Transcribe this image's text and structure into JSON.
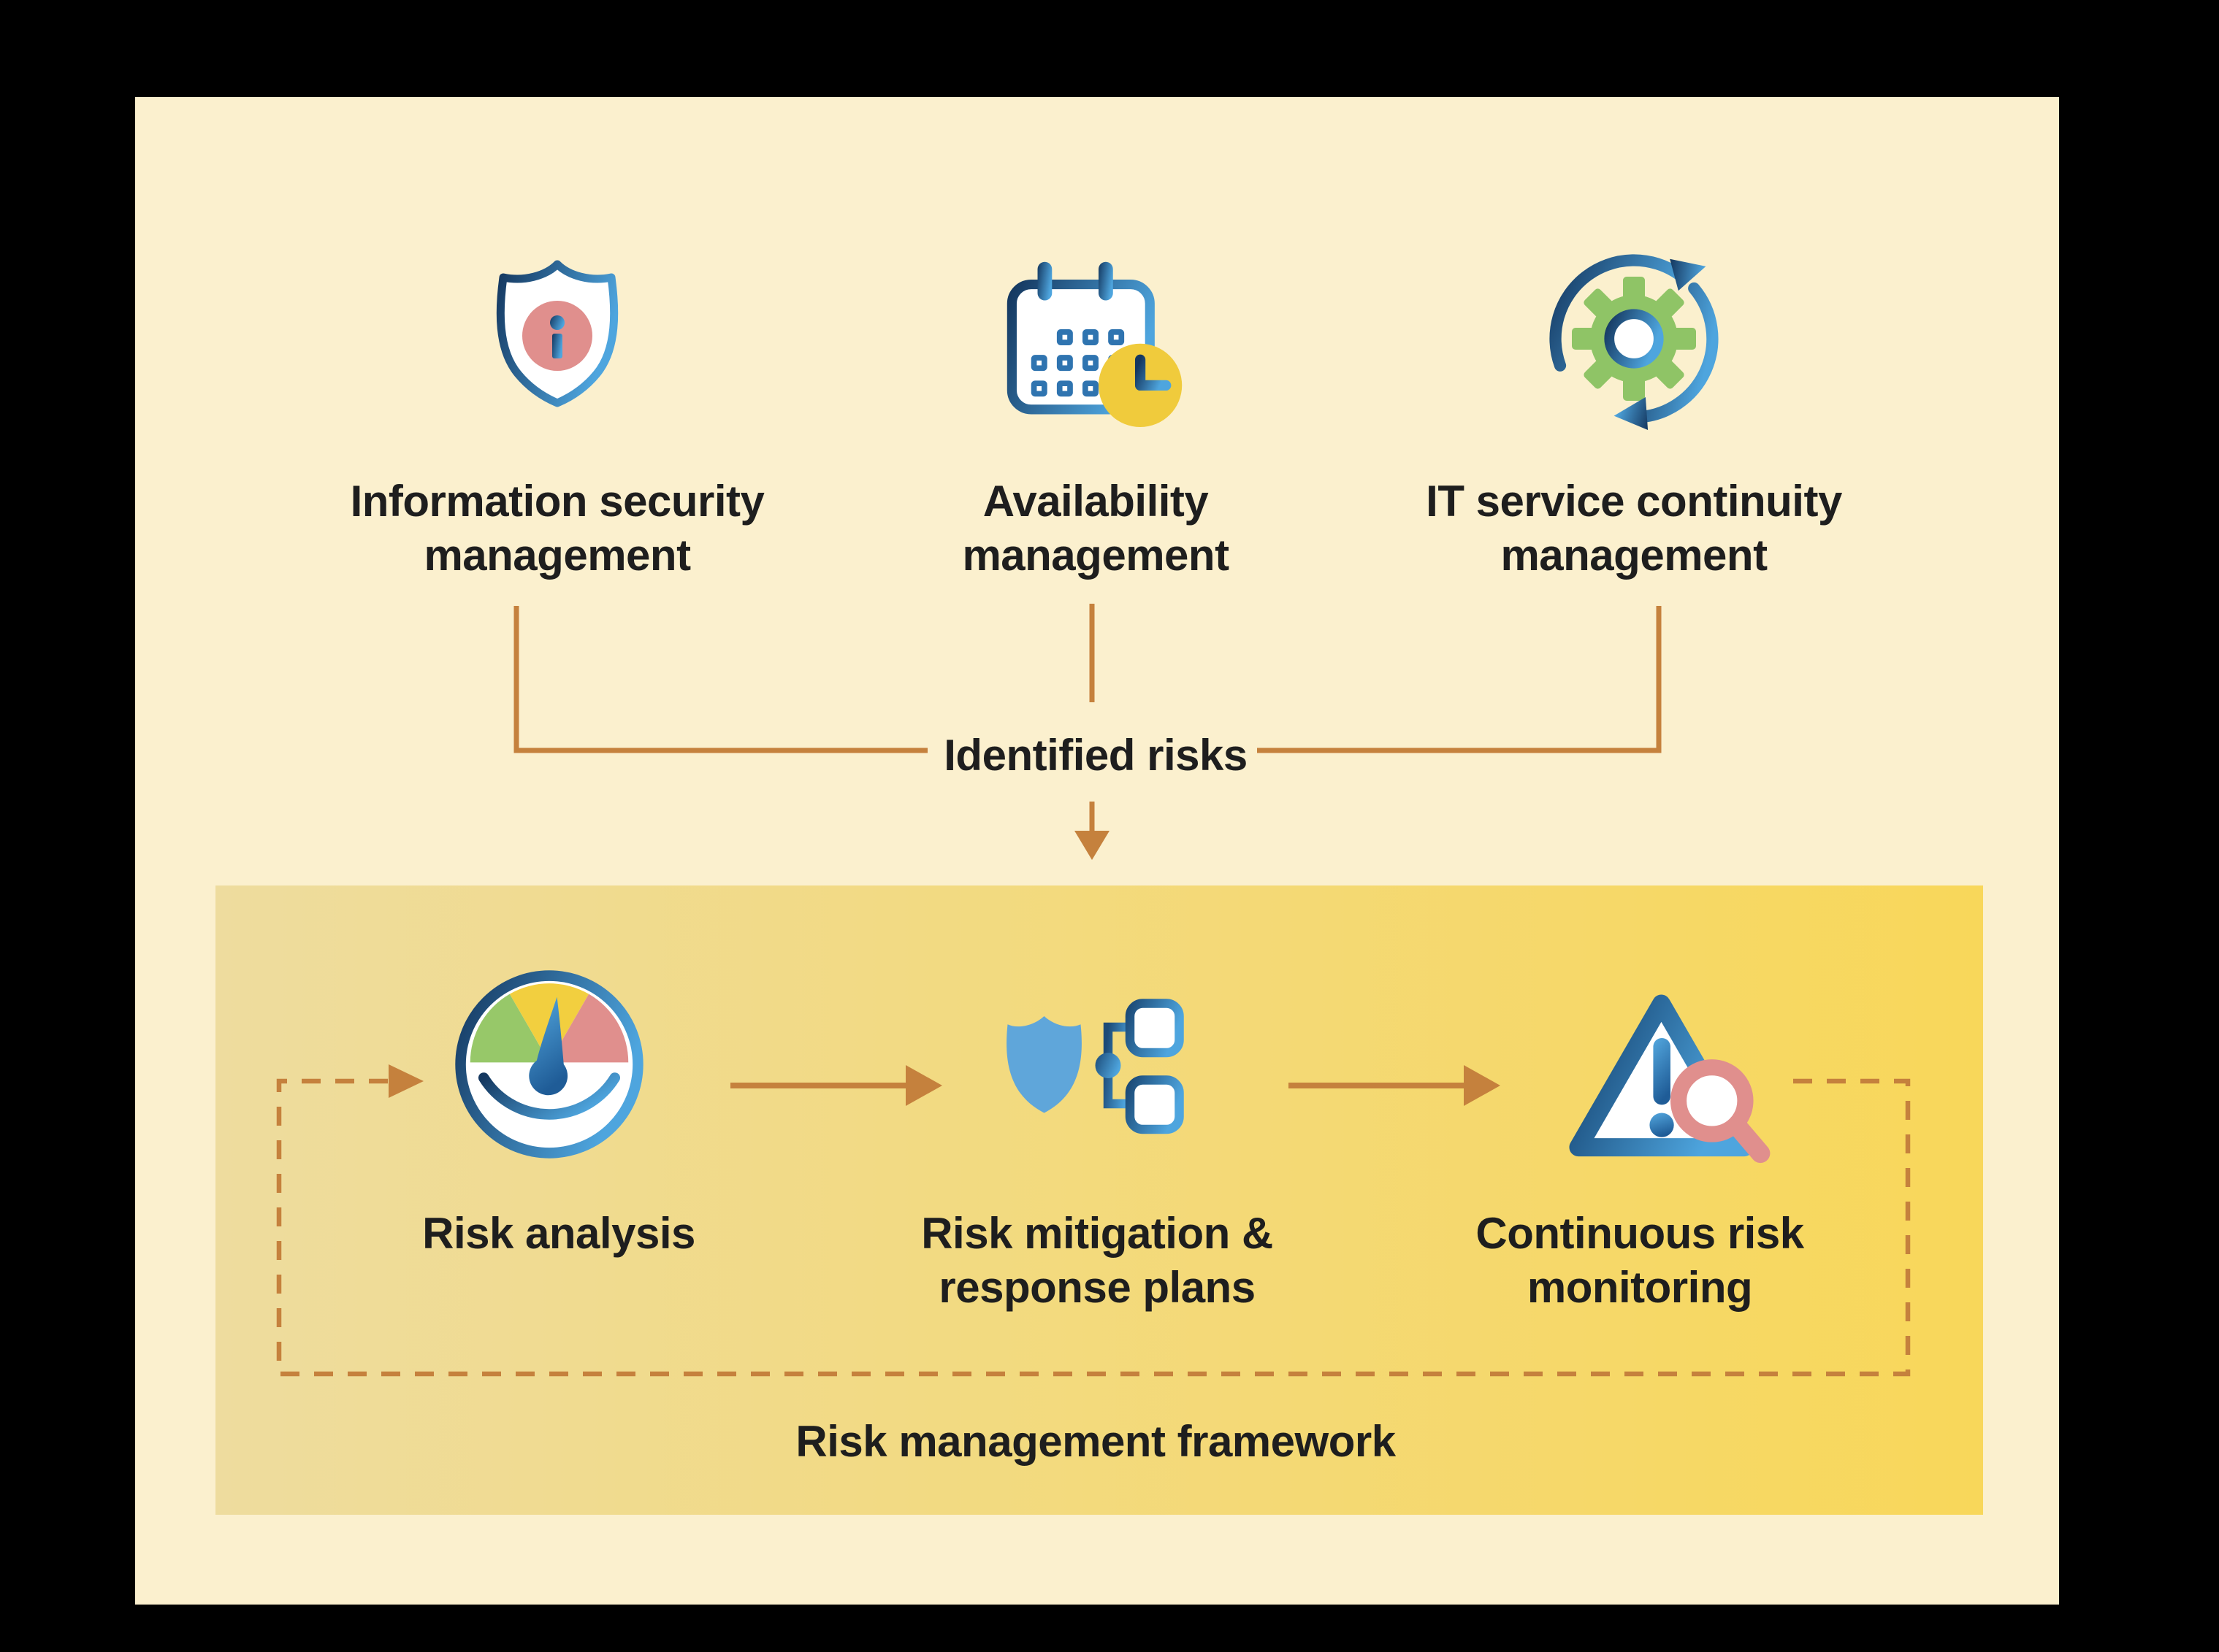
{
  "diagram_title": "ITIL risk flow diagram",
  "colors": {
    "background": "#000000",
    "panel_bg": "#FBF0CE",
    "framework_box_left": "#EEDC9E",
    "framework_box_right": "#F8D75A",
    "connector_orange": "#C5813D",
    "text": "#1E1E1E",
    "blue_dark": "#14375F",
    "blue_light": "#4EA5DE",
    "blue_flat": "#5FA6DA",
    "pink": "#E08F8D",
    "green": "#8FC466",
    "clock_yellow": "#F0CB3C"
  },
  "sources": [
    {
      "icon": "shield-info-icon",
      "label_line1": "Information security",
      "label_line2": "management"
    },
    {
      "icon": "calendar-clock-icon",
      "label_line1": "Availability",
      "label_line2": "management"
    },
    {
      "icon": "sync-gear-icon",
      "label_line1": "IT service continuity",
      "label_line2": "management"
    }
  ],
  "connector": {
    "label": "Identified risks"
  },
  "framework": {
    "label": "Risk management framework",
    "steps": [
      {
        "icon": "gauge-icon",
        "label_line1": "Risk analysis",
        "label_line2": ""
      },
      {
        "icon": "shield-flowchart-icon",
        "label_line1": "Risk mitigation &",
        "label_line2": "response plans"
      },
      {
        "icon": "warning-search-icon",
        "label_line1": "Continuous risk",
        "label_line2": "monitoring"
      }
    ]
  }
}
